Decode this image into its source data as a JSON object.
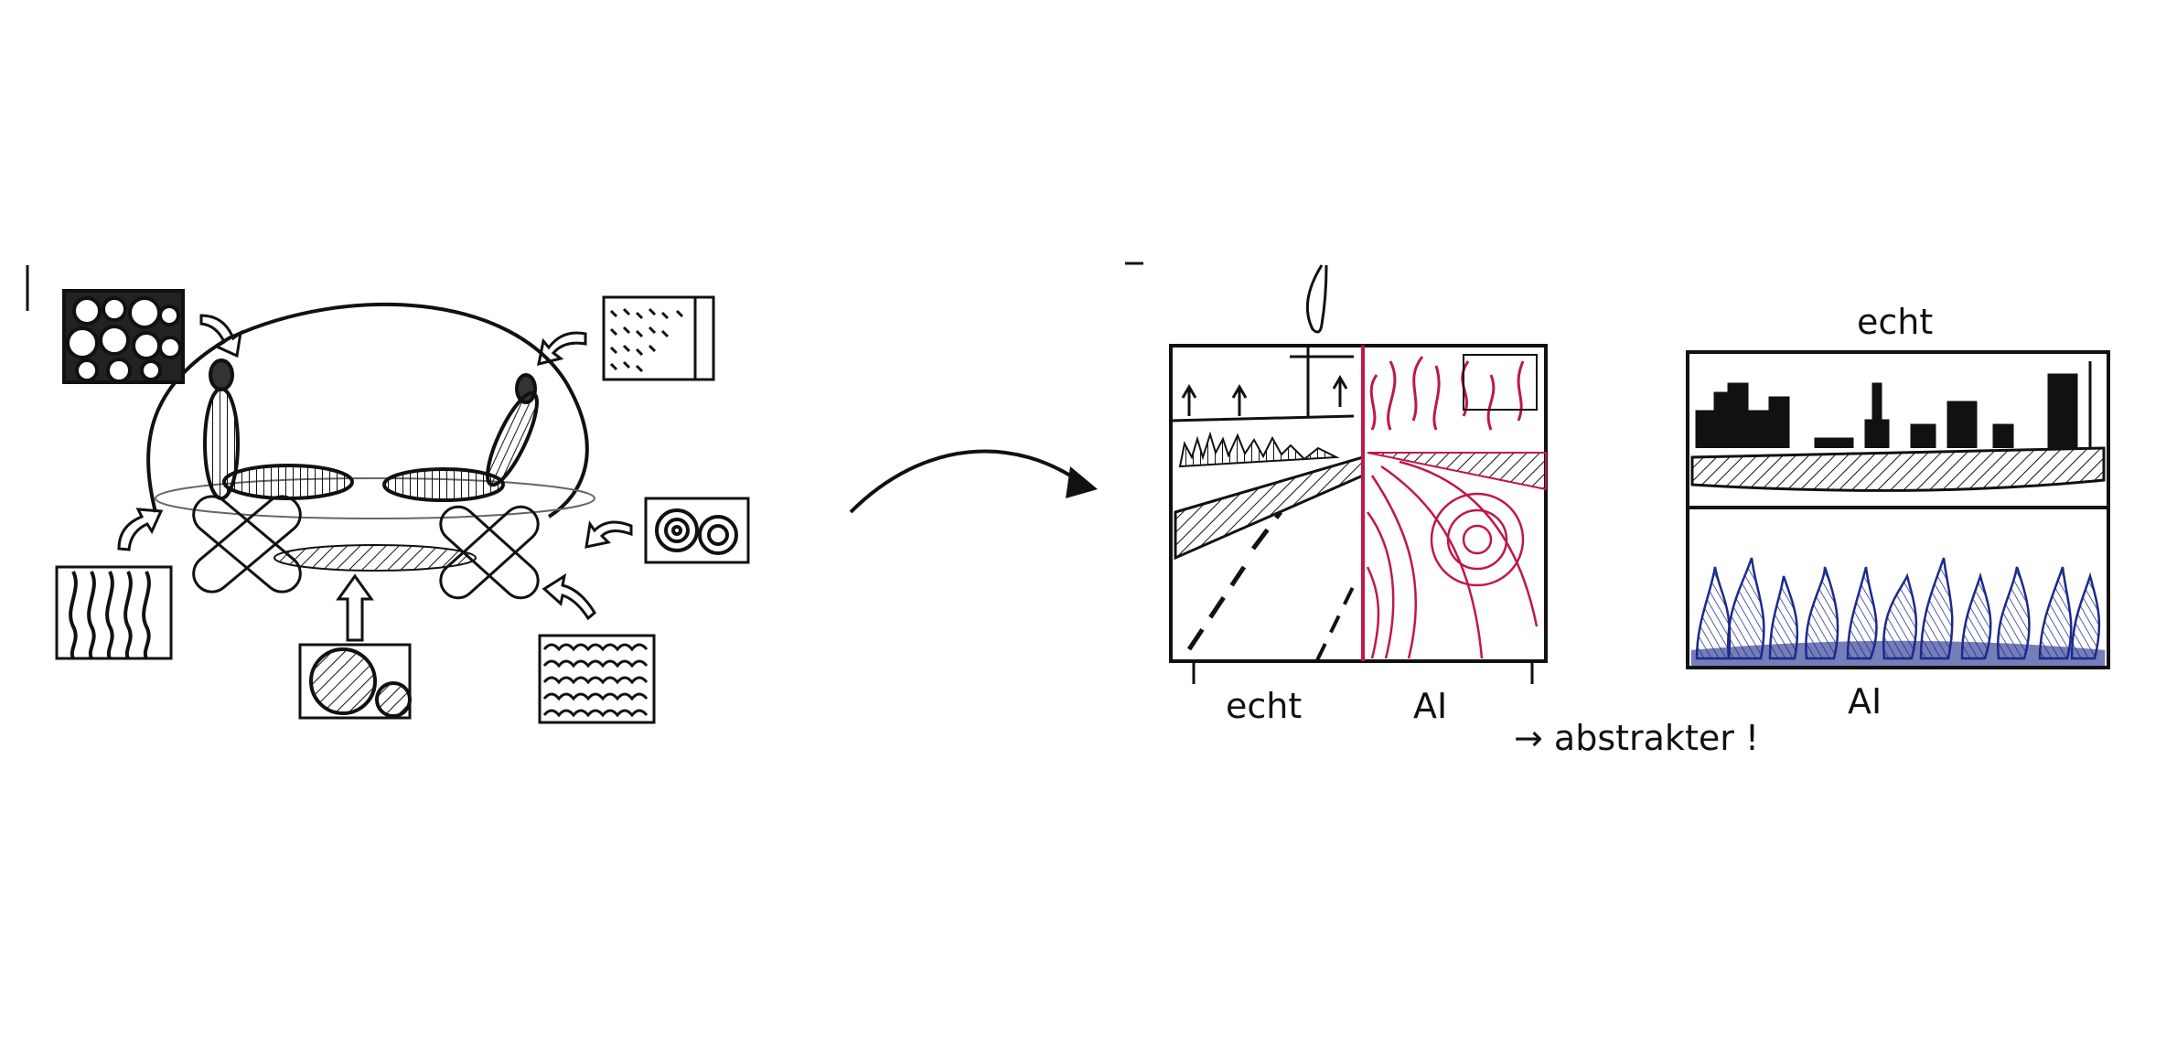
{
  "left_sketch": {
    "texture_icons": [
      "pebbles-texture",
      "dashes-texture",
      "waves-texture",
      "circles-texture",
      "yarn-texture",
      "scales-texture"
    ]
  },
  "right_sketch": {
    "panel1": {
      "label_left": "echt",
      "label_right": "AI"
    },
    "panel2": {
      "label_top": "echt",
      "label_bottom": "AI"
    },
    "note": "→ abstrakter !"
  },
  "colors": {
    "ink": "#111111",
    "red": "#c0174a",
    "blue": "#1b2a8a"
  }
}
